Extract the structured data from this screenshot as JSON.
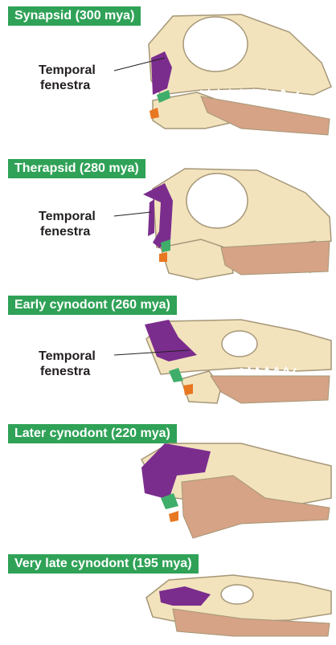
{
  "panels": [
    {
      "title": "Synapsid (300 mya)",
      "label_line1": "Temporal",
      "label_line2": "fenestra"
    },
    {
      "title": "Therapsid (280 mya)",
      "label_line1": "Temporal",
      "label_line2": "fenestra"
    },
    {
      "title": "Early cynodont (260 mya)",
      "label_line1": "Temporal",
      "label_line2": "fenestra"
    },
    {
      "title": "Later cynodont (220 mya)"
    },
    {
      "title": "Very late cynodont (195 mya)"
    }
  ],
  "colors": {
    "title_bg": "#2fa257",
    "skull_bone": "#f2e3bd",
    "bone_outline": "#a69778",
    "temporal_bone": "#7b2d8e",
    "dentary": "#d6a386",
    "hinge_green": "#3fae6a",
    "hinge_orange": "#e87722",
    "teeth": "#ffffff"
  }
}
